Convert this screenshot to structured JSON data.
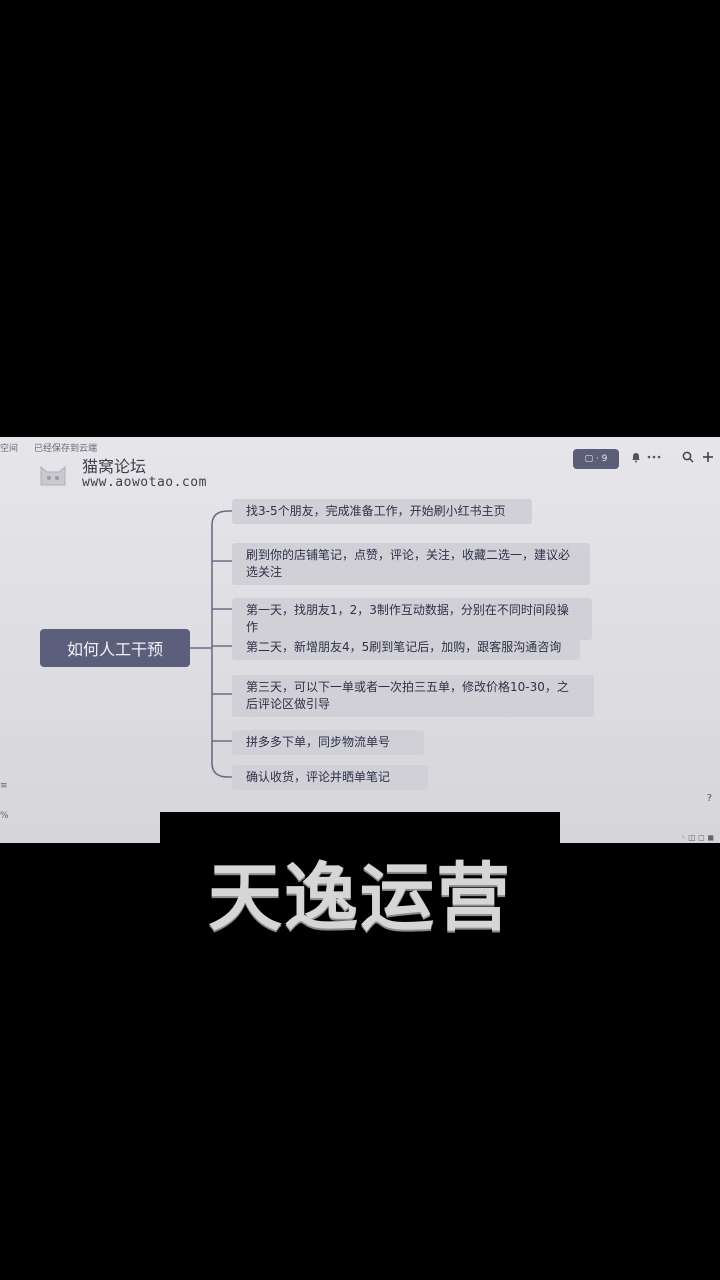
{
  "toolbar": {
    "left_fragment": "空间",
    "save_status": "已经保存到云端",
    "pill_label": "▢ · 9",
    "bell_icon": "bell-icon",
    "more_icon": "more-icon",
    "search_icon": "search-icon",
    "add_icon": "plus-icon"
  },
  "watermark": {
    "name": "猫窝论坛",
    "url": "www.aowotao.com"
  },
  "mindmap": {
    "root": "如何人工干预",
    "branches": [
      "找3-5个朋友，完成准备工作，开始刷小红书主页",
      "刷到你的店铺笔记，点赞，评论，关注，收藏二选一，建议必选关注",
      "第一天，找朋友1，2，3制作互动数据，分别在不同时间段操作",
      "第二天，新增朋友4，5刷到笔记后，加购，跟客服沟通咨询",
      "第三天，可以下一单或者一次拍三五单，修改价格10-30，之后评论区做引导",
      "拼多多下单，同步物流单号",
      "确认收货，评论并晒单笔记"
    ]
  },
  "help_glyph": "?",
  "caption": "天逸运营",
  "colors": {
    "root_bg": "#5b5f7c",
    "branch_bg": "#d0d0d6",
    "canvas_bg": "#e2e2e6"
  }
}
